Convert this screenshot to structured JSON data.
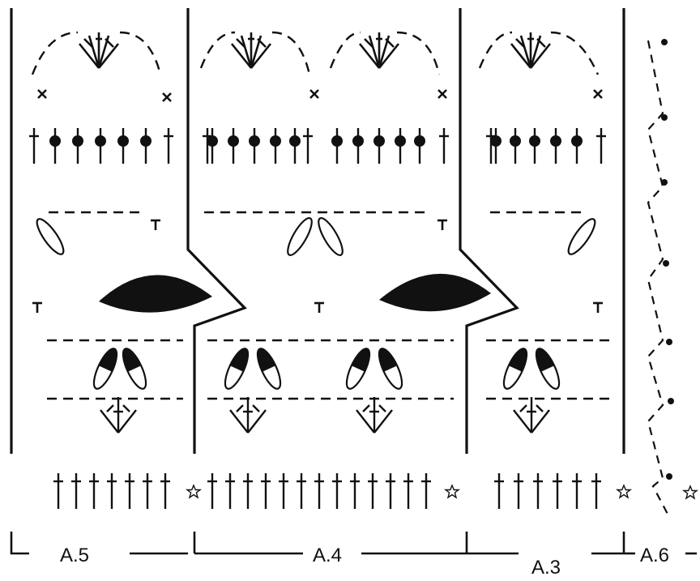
{
  "diagram": {
    "type": "crochet-chart",
    "ink": "#111111",
    "background": "#ffffff",
    "sections": [
      {
        "id": "A5",
        "label": "A.5"
      },
      {
        "id": "A4",
        "label": "A.4"
      },
      {
        "id": "A3",
        "label": "A.3"
      },
      {
        "id": "A6",
        "label": "A.6"
      }
    ],
    "symbols": [
      "chain-dot",
      "single-crochet-x",
      "slip-t",
      "double-crochet",
      "bobble-dc",
      "treble-cluster",
      "star",
      "filled-leaf",
      "petal-outline",
      "petal-half-filled",
      "chain-dash"
    ]
  }
}
